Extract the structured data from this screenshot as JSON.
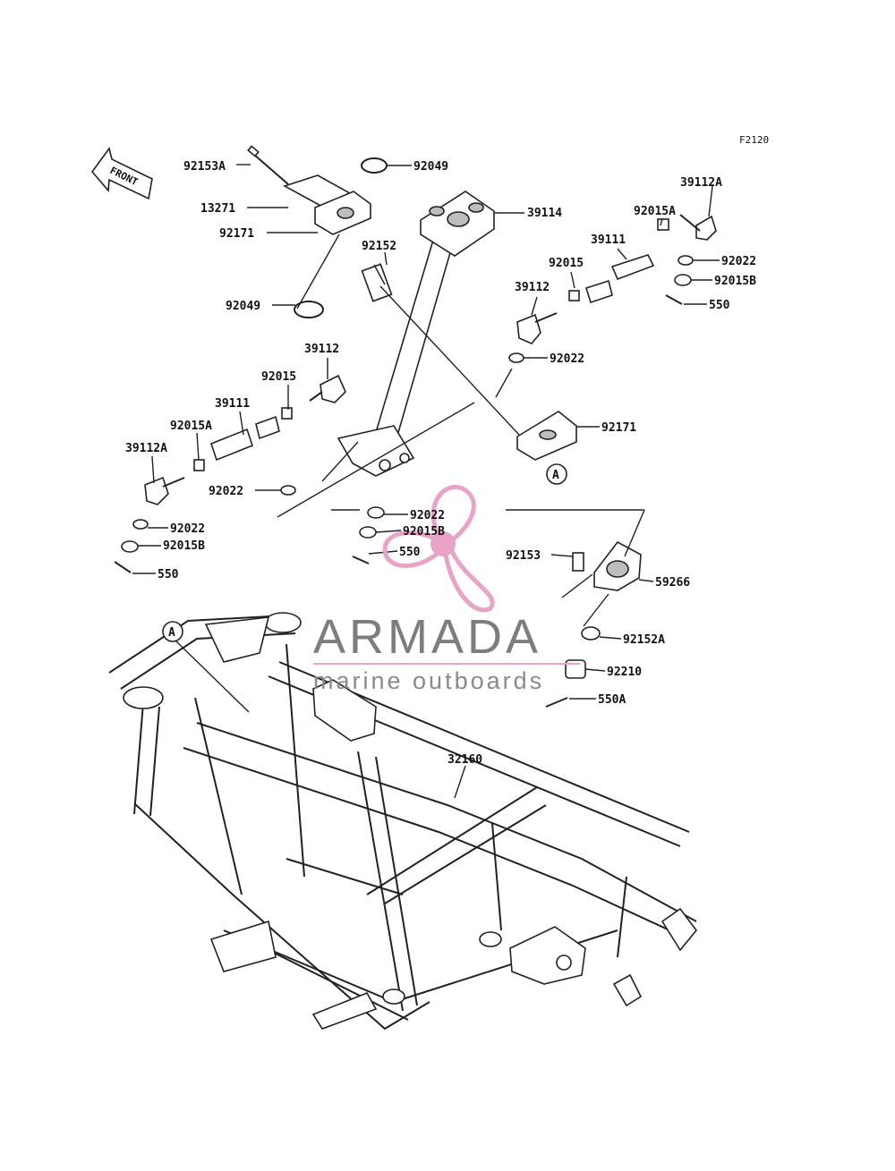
{
  "figure_code": "F2120",
  "front_arrow_label": "FRONT",
  "callout_ref": "A",
  "watermark": {
    "brand": "ARMADA",
    "tagline": "marine outboards",
    "logo_color": "#e8a3c6",
    "text_color": "#7d7d7d"
  },
  "labels": {
    "l92153A": "92153A",
    "l13271": "13271",
    "l92171a": "92171",
    "l92049a": "92049",
    "l92049b": "92049",
    "l92152": "92152",
    "l39114": "39114",
    "l92015Ar": "92015A",
    "l39112Ar": "39112A",
    "l39111r": "39111",
    "l92015r": "92015",
    "l39112r": "39112",
    "l92022r1": "92022",
    "l92015Br": "92015B",
    "l550r": "550",
    "l92022r2": "92022",
    "l92171b": "92171",
    "l39112l": "39112",
    "l92015l": "92015",
    "l39111l": "39111",
    "l92015Al": "92015A",
    "l39112Al": "39112A",
    "l92022l1": "92022",
    "l92022l2": "92022",
    "l92015Bl": "92015B",
    "l550l": "550",
    "l92022c": "92022",
    "l92015Bc": "92015B",
    "l550c": "550",
    "l92153": "92153",
    "l59266": "59266",
    "l92152A": "92152A",
    "l92210": "92210",
    "l550A": "550A",
    "l32160": "32160"
  }
}
